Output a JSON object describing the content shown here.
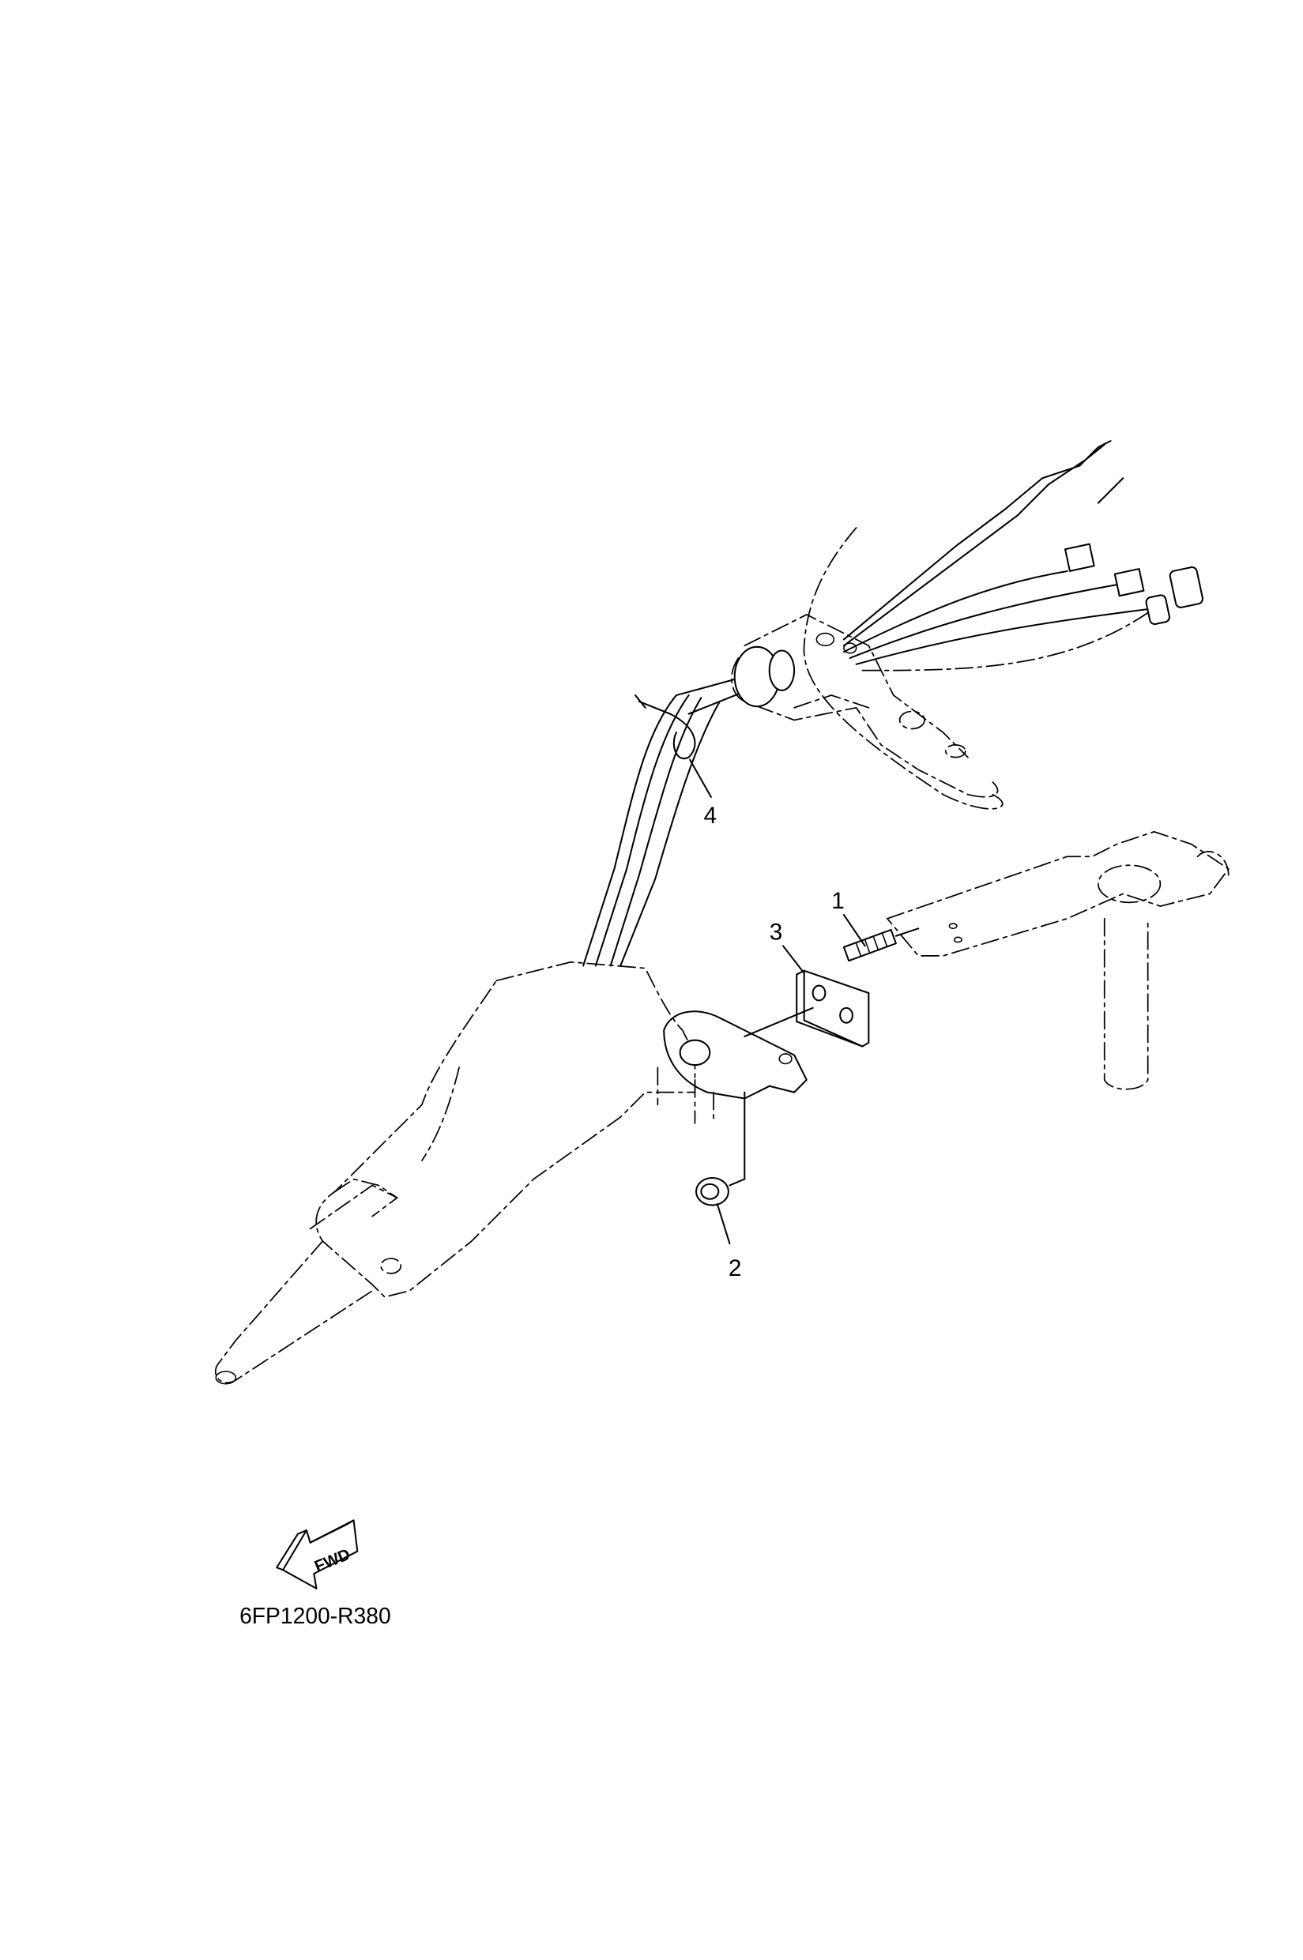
{
  "diagram": {
    "callouts": [
      {
        "number": "1"
      },
      {
        "number": "2"
      },
      {
        "number": "3"
      },
      {
        "number": "4"
      }
    ],
    "direction_arrow": {
      "label": "FWD",
      "icon": "forward-arrow-icon"
    },
    "drawing_code": "6FP1200-R380"
  }
}
